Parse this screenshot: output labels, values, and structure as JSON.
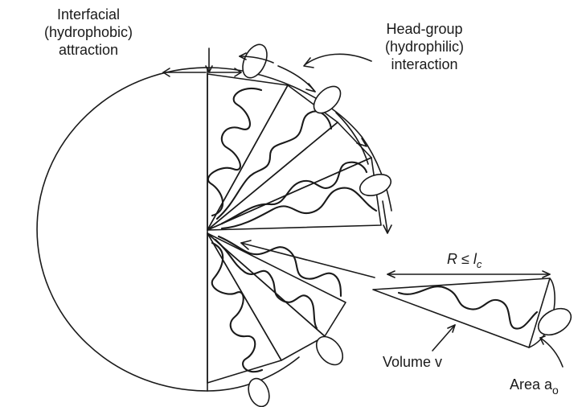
{
  "labels": {
    "interfacial_line1": "Interfacial",
    "interfacial_line2": "(hydrophobic)",
    "interfacial_line3": "attraction",
    "headgroup_line1": "Head-group",
    "headgroup_line2": "(hydrophilic)",
    "headgroup_line3": "interaction",
    "radius_main": "R ≤ l",
    "radius_sub": "c",
    "volume": "Volume v",
    "area_main": "Area a",
    "area_sub": "o"
  },
  "colors": {
    "ink": "#1a1a1a",
    "background": "#ffffff"
  }
}
